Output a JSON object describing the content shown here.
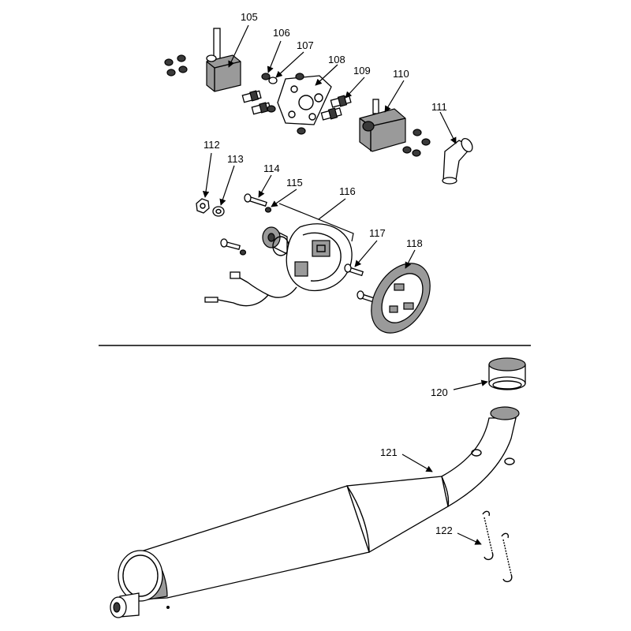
{
  "parts": [
    {
      "id": "p105",
      "number": "105"
    },
    {
      "id": "p106",
      "number": "106"
    },
    {
      "id": "p107",
      "number": "107"
    },
    {
      "id": "p108",
      "number": "108"
    },
    {
      "id": "p109",
      "number": "109"
    },
    {
      "id": "p110",
      "number": "110"
    },
    {
      "id": "p111",
      "number": "111"
    },
    {
      "id": "p112",
      "number": "112"
    },
    {
      "id": "p113",
      "number": "113"
    },
    {
      "id": "p114",
      "number": "114"
    },
    {
      "id": "p115",
      "number": "115"
    },
    {
      "id": "p116",
      "number": "116"
    },
    {
      "id": "p117",
      "number": "117"
    },
    {
      "id": "p118",
      "number": "118"
    },
    {
      "id": "p120",
      "number": "120"
    },
    {
      "id": "p121",
      "number": "121"
    },
    {
      "id": "p122",
      "number": "122"
    }
  ]
}
